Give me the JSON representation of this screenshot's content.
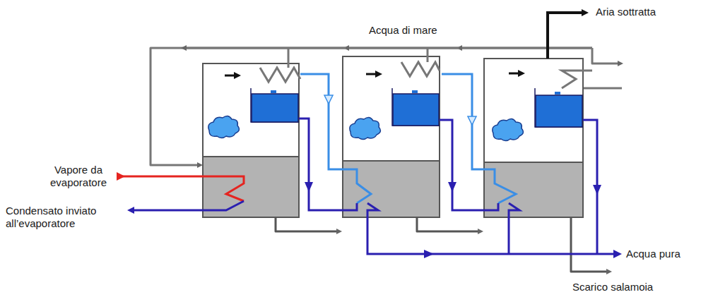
{
  "diagram": {
    "labels": [
      "Aria sottratta",
      "Acqua di mare",
      "Vapore da evaporatore",
      "Condensato inviato all’evaporatore",
      "Acqua pura",
      "Scarico salamoia"
    ]
  }
}
